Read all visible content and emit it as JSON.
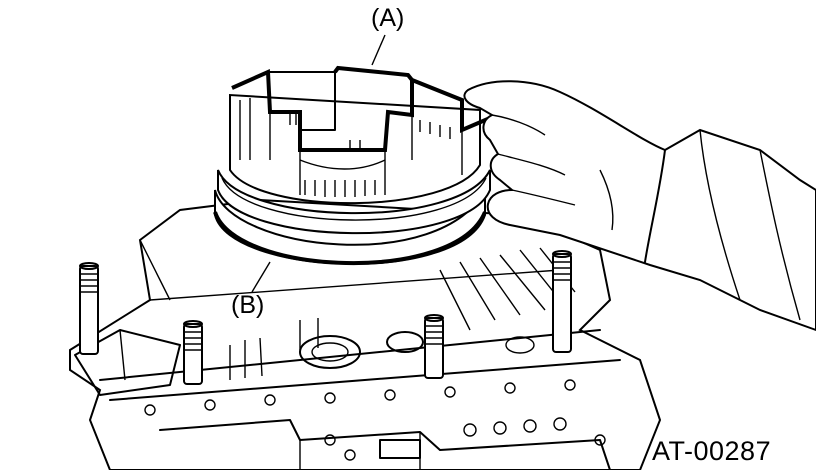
{
  "labels": {
    "part_a": "(A)",
    "part_b": "(B)",
    "figure_code": "AT-00287"
  }
}
